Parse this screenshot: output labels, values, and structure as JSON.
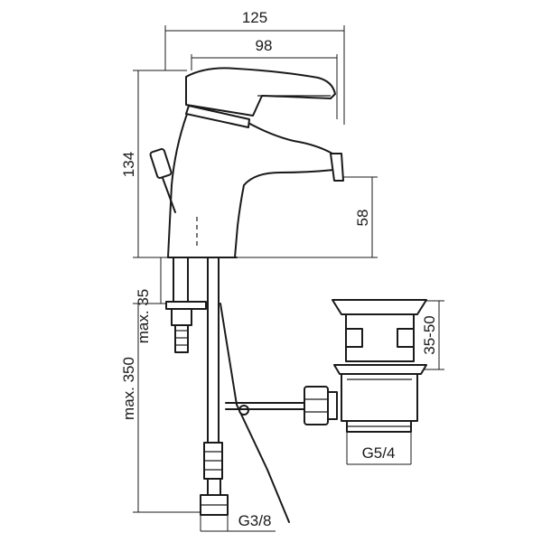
{
  "dimensions": {
    "overall_width": "125",
    "spout_reach": "98",
    "height": "134",
    "spout_height": "58",
    "max_deck_thickness": "max. 35",
    "max_hose_length": "max. 350",
    "waste_range": "35-50",
    "waste_thread": "G5/4",
    "supply_thread": "G3/8"
  }
}
